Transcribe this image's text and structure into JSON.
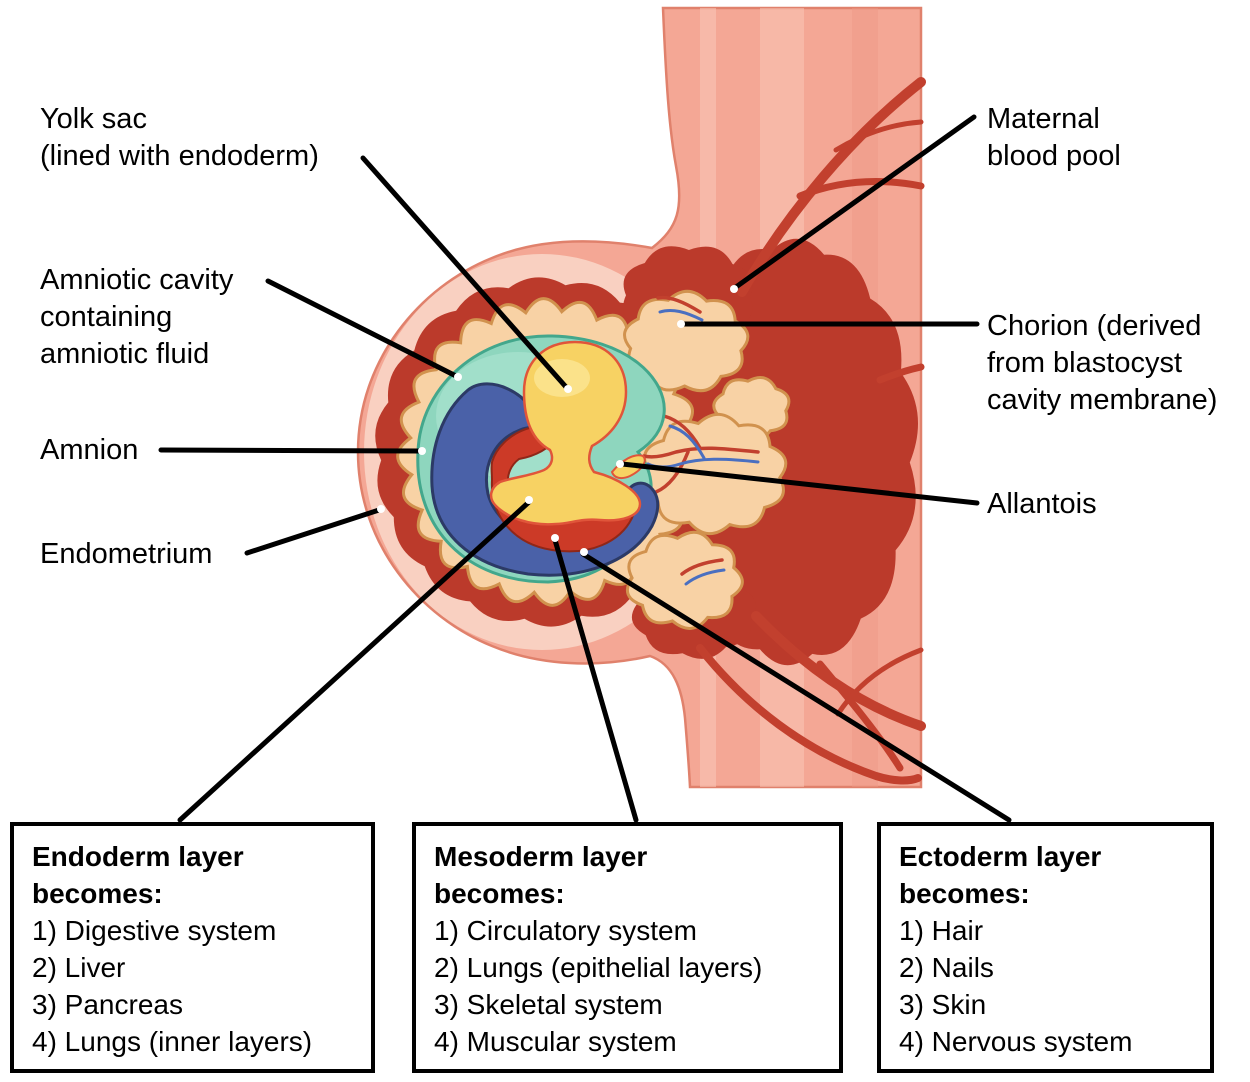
{
  "figure": {
    "background": "#ffffff",
    "labels": [
      {
        "id": "yolk-sac",
        "lines": [
          "Yolk sac",
          "(lined with endoderm)"
        ]
      },
      {
        "id": "amniotic-cavity",
        "lines": [
          "Amniotic cavity",
          "containing",
          "amniotic fluid"
        ]
      },
      {
        "id": "amnion",
        "lines": [
          "Amnion"
        ]
      },
      {
        "id": "endometrium",
        "lines": [
          "Endometrium"
        ]
      },
      {
        "id": "maternal-blood-pool",
        "lines": [
          "Maternal",
          "blood pool"
        ]
      },
      {
        "id": "chorion",
        "lines": [
          "Chorion (derived",
          "from blastocyst",
          "cavity membrane)"
        ]
      },
      {
        "id": "allantois",
        "lines": [
          "Allantois"
        ]
      }
    ],
    "boxes": [
      {
        "id": "endoderm",
        "title_line1": "Endoderm layer",
        "title_line2": "becomes:",
        "items": [
          "1) Digestive system",
          "2) Liver",
          "3) Pancreas",
          "4) Lungs (inner layers)"
        ]
      },
      {
        "id": "mesoderm",
        "title_line1": "Mesoderm layer",
        "title_line2": "becomes:",
        "items": [
          "1) Circulatory system",
          "2) Lungs (epithelial layers)",
          "3) Skeletal system",
          "4) Muscular system"
        ]
      },
      {
        "id": "ectoderm",
        "title_line1": "Ectoderm layer",
        "title_line2": "becomes:",
        "items": [
          "1) Hair",
          "2) Nails",
          "3) Skin",
          "4) Nervous system"
        ]
      }
    ],
    "colors": {
      "uterine_wall": "#f4a795",
      "wall_highlight": "#f9c9ba",
      "wall_shade": "#ee9a84",
      "wall_outline": "#e0816c",
      "endometrium_light": "#f9d0c1",
      "blood_red": "#bb3a2b",
      "vessel_red": "#c2402e",
      "villi_peach": "#f8d2a5",
      "villi_outline": "#d1924e",
      "amniotic_teal": "#8ed6be",
      "amniotic_teal_light": "#ace4d1",
      "teal_outline": "#43a78c",
      "ectoderm_blue": "#4a61a8",
      "blue_outline": "#2c3a66",
      "mesoderm_red": "#cc3a27",
      "mesoderm_outline": "#8f2718",
      "yolk_yellow": "#f7d263",
      "yolk_highlight": "#fbe694",
      "yolk_outline": "#e0553a",
      "vein_blue": "#4a6fc0",
      "leader_line": "#000000"
    }
  }
}
